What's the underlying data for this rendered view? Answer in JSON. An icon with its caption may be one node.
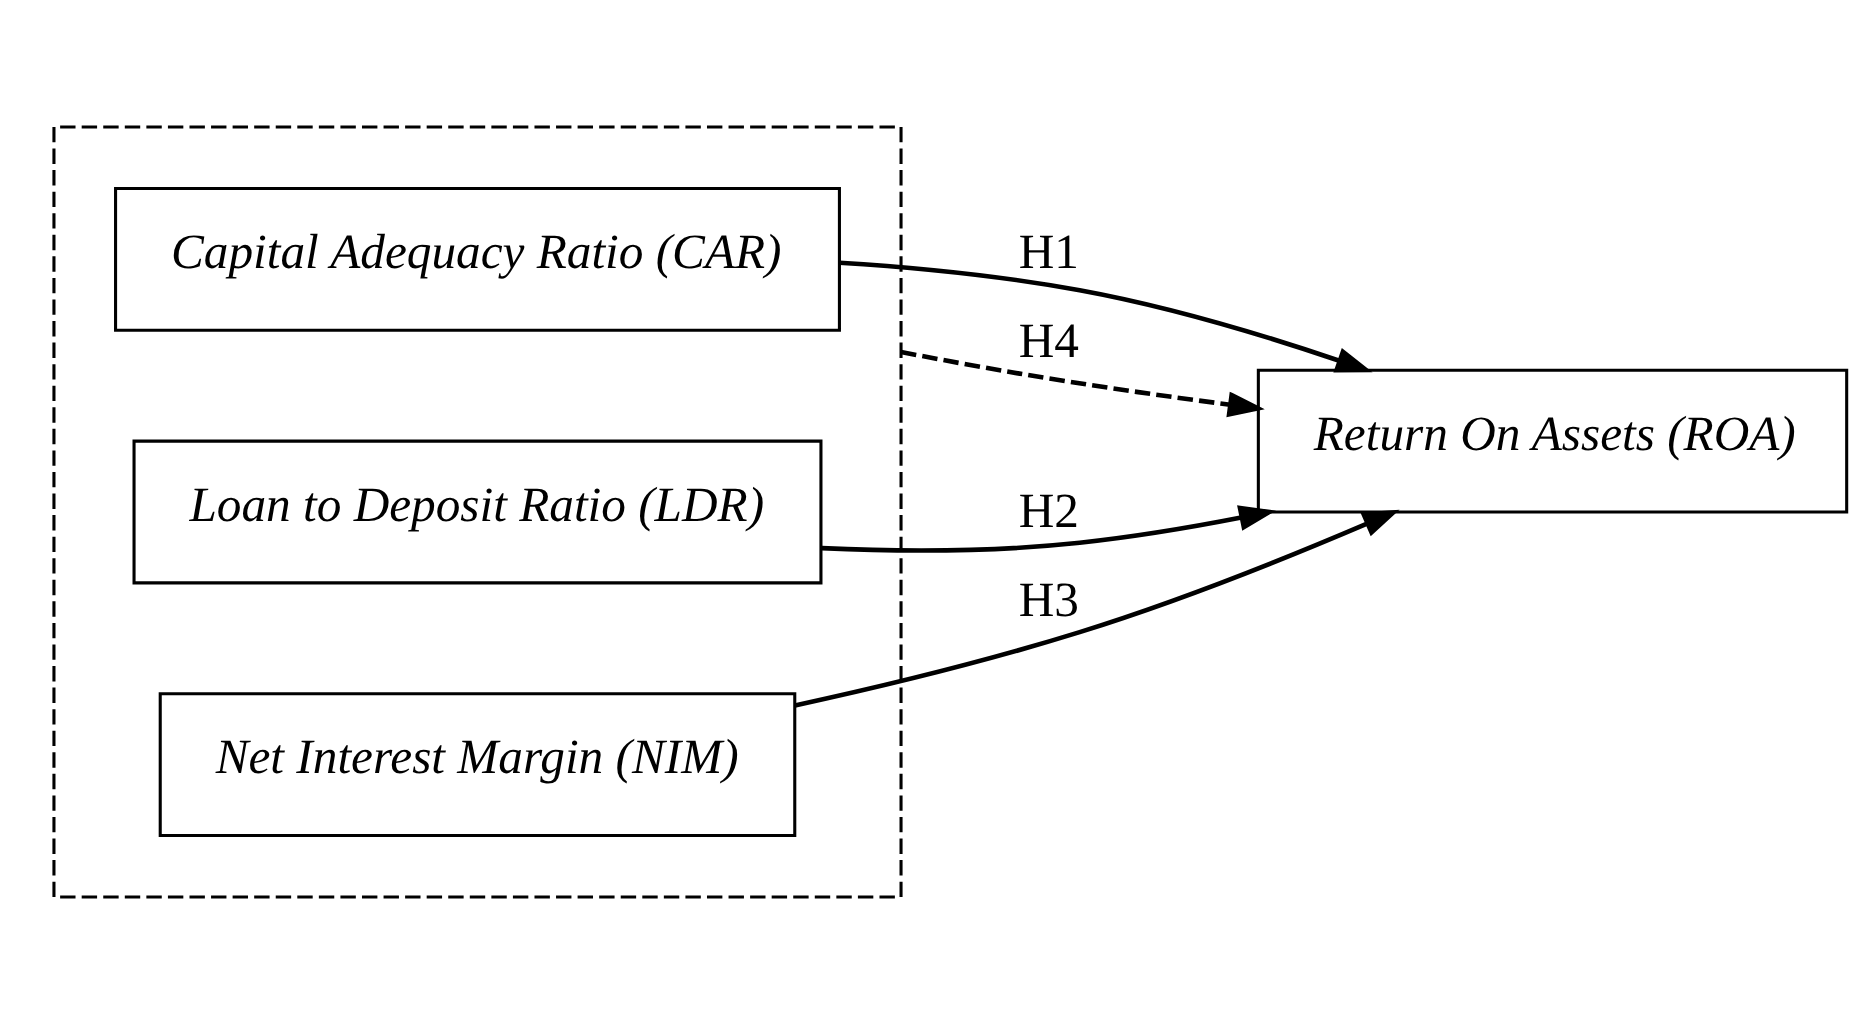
{
  "diagram": {
    "nodes": [
      {
        "text": [],
        "shape": "box"
      },
      {
        "text": [
          "Capital Adequacy Ratio (CAR)"
        ],
        "in": 0
      },
      {
        "text": [
          "Loan to Deposit Ratio (LDR)"
        ],
        "in": 0
      },
      {
        "text": [
          "Net Interest Margin (NIM)"
        ],
        "in": 0
      },
      {
        "text": [
          "Return On Assets (ROA)"
        ]
      }
    ],
    "edges": [
      {
        "from": 1,
        "to": 4,
        "arrow": "to",
        "label": "H1"
      },
      {
        "from": 2,
        "to": 4,
        "arrow": "to",
        "label": "H2"
      },
      {
        "from": 3,
        "to": 4,
        "arrow": "to",
        "label": "H3"
      },
      {
        "from": 0,
        "to": 4,
        "arrow": "to",
        "label": "H4",
        "style": "dashed"
      }
    ]
  }
}
